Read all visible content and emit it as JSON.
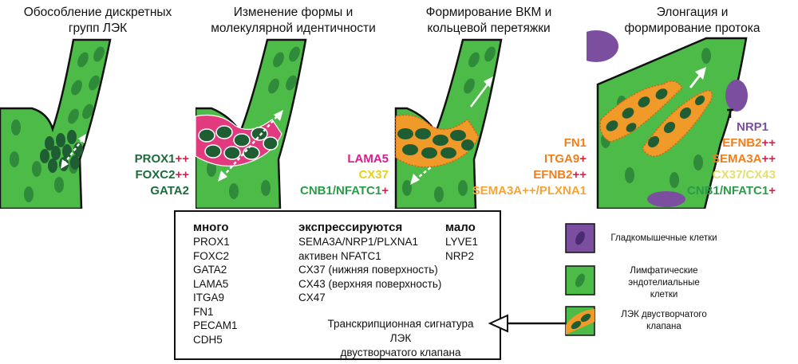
{
  "panels": [
    {
      "title_lines": [
        "Обособление дискретных",
        "групп ЛЭК"
      ],
      "markers": [
        {
          "text": "PROX1",
          "suffix": "++",
          "color_class": "m-dkgreen"
        },
        {
          "text": "FOXC2",
          "suffix": "++",
          "color_class": "m-dkgreen"
        },
        {
          "text": "GATA2",
          "suffix": "",
          "color_class": "m-dkgreen"
        }
      ]
    },
    {
      "title_lines": [
        "Изменение формы и",
        "молекулярной идентичности"
      ],
      "markers": [
        {
          "text": "LAMA5",
          "suffix": "",
          "color_class": "m-pink"
        },
        {
          "text": "CX37",
          "suffix": "",
          "color_class": "m-yellow"
        },
        {
          "text": "CNB1/NFATC1",
          "suffix": "+",
          "color_class": "m-green"
        }
      ]
    },
    {
      "title_lines": [
        "Формирование ВКМ и",
        "кольцевой перетяжки"
      ],
      "markers": [
        {
          "text": "FN1",
          "suffix": "",
          "color_class": "m-orange"
        },
        {
          "text": "ITGA9",
          "suffix": "+",
          "color_class": "m-orange"
        },
        {
          "text": "EFNB2",
          "suffix": "++",
          "color_class": "m-orange"
        },
        {
          "text": "SEMA3A++/PLXNA1",
          "suffix": "",
          "color_class": "m-orange2"
        }
      ]
    },
    {
      "title_lines": [
        "Элонгация и",
        "формирование протока"
      ],
      "markers": [
        {
          "text": "NRP1",
          "suffix": "",
          "color_class": "m-purple"
        },
        {
          "text": "EFNB2",
          "suffix": "++",
          "color_class": "m-orange"
        },
        {
          "text": "SEMA3A",
          "suffix": "++",
          "color_class": "m-orange"
        },
        {
          "text": "CX37/CX43",
          "suffix": "",
          "color_class": "m-pale"
        },
        {
          "text": "CNB1/NFATC1",
          "suffix": "+",
          "color_class": "m-green"
        }
      ]
    }
  ],
  "table": {
    "col1": {
      "header": "много",
      "items": [
        "PROX1",
        "FOXC2",
        "GATA2",
        "LAMA5",
        "ITGA9",
        "FN1",
        "PECAM1",
        "CDH5"
      ]
    },
    "col2": {
      "header": "экспрессируются",
      "items": [
        "SEMA3A/NRP1/PLXNA1",
        "активен NFATC1",
        "CX37 (нижняя поверхность)",
        "CX43 (верхняя поверхность)",
        "CX47"
      ]
    },
    "col3": {
      "header": "мало",
      "items": [
        "LYVE1",
        "NRP2"
      ]
    },
    "signature_lines": [
      "Транскрипционная сигнатура ЛЭК",
      "двустворчатого клапана"
    ]
  },
  "legend": [
    {
      "label_lines": [
        "Гладкомышечные клетки"
      ],
      "swatch": "smooth-muscle"
    },
    {
      "label_lines": [
        "Лимфатические",
        "эндотелиальные",
        "клетки"
      ],
      "swatch": "lec"
    },
    {
      "label_lines": [
        "ЛЭК двустворчатого",
        "клапана"
      ],
      "swatch": "valve-lec"
    }
  ],
  "colors": {
    "vessel_green": "#4cbb47",
    "vessel_dark": "#2f8a3a",
    "cell_dark": "#1f5e33",
    "valve_orange": "#f09a2a",
    "pink": "#e23a7e",
    "muscle_purple": "#7b4ea0",
    "plus_red": "#d6204b"
  }
}
